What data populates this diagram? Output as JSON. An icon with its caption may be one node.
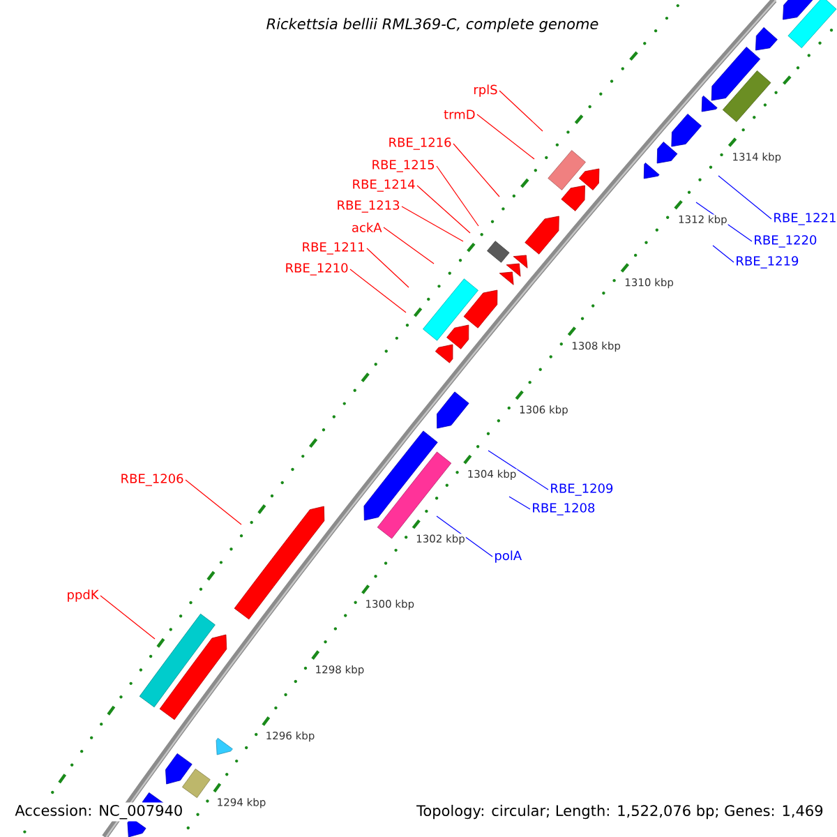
{
  "diagram": {
    "title": "Rickettsia bellii RML369-C, complete genome",
    "nodes": [
      {
        "text": [
          "rplS"
        ]
      },
      {
        "text": [
          "trmD"
        ]
      },
      {
        "text": [
          "RBE_1216"
        ]
      },
      {
        "text": [
          "RBE_1215"
        ]
      },
      {
        "text": [
          "RBE_1214"
        ]
      },
      {
        "text": [
          "RBE_1213"
        ]
      },
      {
        "text": [
          "RBE_1221"
        ]
      },
      {
        "text": [
          "ackA"
        ]
      },
      {
        "text": [
          "RBE_1220"
        ]
      },
      {
        "text": [
          "RBE_1211"
        ]
      },
      {
        "text": [
          "RBE_1219"
        ]
      },
      {
        "text": [
          "RBE_1210"
        ]
      },
      {
        "text": [
          "RBE_1206"
        ]
      },
      {
        "text": [
          "RBE_1209"
        ]
      },
      {
        "text": [
          "RBE_1208"
        ]
      },
      {
        "text": [
          "polA"
        ]
      },
      {
        "text": [
          "ppdK"
        ]
      }
    ],
    "edges": [
      {
        "from": 0,
        "to": null,
        "arrow": "none"
      },
      {
        "from": 1,
        "to": null,
        "arrow": "none"
      },
      {
        "from": 2,
        "to": null,
        "arrow": "none"
      },
      {
        "from": 3,
        "to": null,
        "arrow": "none"
      },
      {
        "from": 4,
        "to": null,
        "arrow": "none"
      },
      {
        "from": 5,
        "to": null,
        "arrow": "none"
      },
      {
        "from": 6,
        "to": null,
        "arrow": "none",
        "color": "#0000ff"
      },
      {
        "from": 7,
        "to": null,
        "arrow": "none"
      },
      {
        "from": 8,
        "to": null,
        "arrow": "none",
        "color": "#0000ff"
      },
      {
        "from": 9,
        "to": null,
        "arrow": "none"
      },
      {
        "from": 10,
        "to": null,
        "arrow": "none",
        "color": "#0000ff"
      },
      {
        "from": 11,
        "to": null,
        "arrow": "none"
      },
      {
        "from": 12,
        "to": null,
        "arrow": "none"
      },
      {
        "from": 13,
        "to": null,
        "arrow": "none",
        "color": "#0000ff"
      },
      {
        "from": 14,
        "to": null,
        "arrow": "none",
        "color": "#0000ff"
      },
      {
        "from": 15,
        "to": null,
        "arrow": "none",
        "color": "#0000ff"
      },
      {
        "from": 16,
        "to": null,
        "arrow": "none"
      }
    ],
    "labels": [
      "1314 kbp",
      "1312 kbp",
      "1310 kbp",
      "1308 kbp",
      "1306 kbp",
      "1304 kbp",
      "1302 kbp",
      "1300 kbp",
      "1298 kbp",
      "1296 kbp",
      "1294 kbp",
      "Accession: NC_007940",
      "Topology: circular; Length: 1,522,076 bp; Genes: 1,469"
    ]
  }
}
